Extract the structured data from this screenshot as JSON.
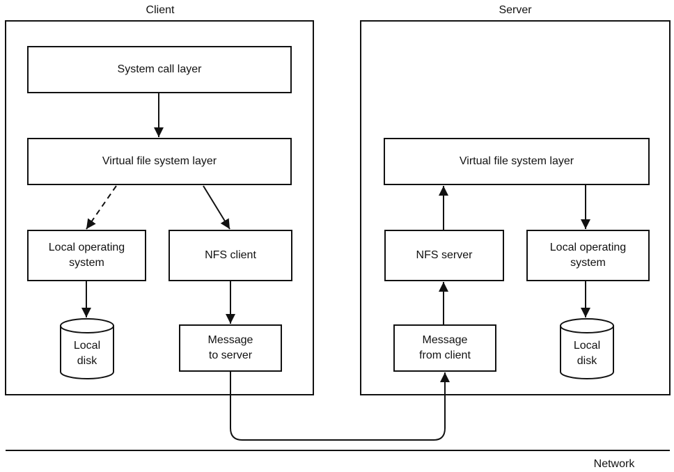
{
  "client": {
    "title": "Client",
    "system_call_layer": "System call layer",
    "vfs_layer": "Virtual file system layer",
    "local_os": "Local operating\nsystem",
    "nfs_client": "NFS client",
    "local_disk": "Local\ndisk",
    "message_to_server": "Message\nto server"
  },
  "server": {
    "title": "Server",
    "vfs_layer": "Virtual file system layer",
    "nfs_server": "NFS server",
    "local_os": "Local operating\nsystem",
    "local_disk": "Local\ndisk",
    "message_from_client": "Message\nfrom client"
  },
  "network": {
    "label": "Network"
  }
}
